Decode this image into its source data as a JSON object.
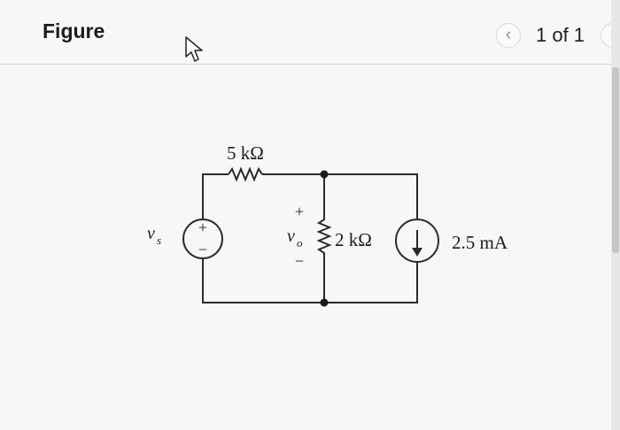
{
  "header": {
    "title": "Figure",
    "page_indicator": "1 of 1",
    "prev_icon": "chevron-left-icon",
    "next_icon": "chevron-right-icon"
  },
  "cursor_icon": "mouse-pointer-icon",
  "circuit": {
    "source_label": "v",
    "source_subscript": "s",
    "source_plus": "+",
    "source_minus": "−",
    "series_resistor": "5 kΩ",
    "output_plus": "+",
    "output_label": "v",
    "output_subscript": "o",
    "output_minus": "−",
    "shunt_resistor": "2 kΩ",
    "current_source": "2.5 mA"
  },
  "colors": {
    "wire": "#2b2b2b",
    "background": "#f7f7f7",
    "text": "#1b1b1b"
  }
}
